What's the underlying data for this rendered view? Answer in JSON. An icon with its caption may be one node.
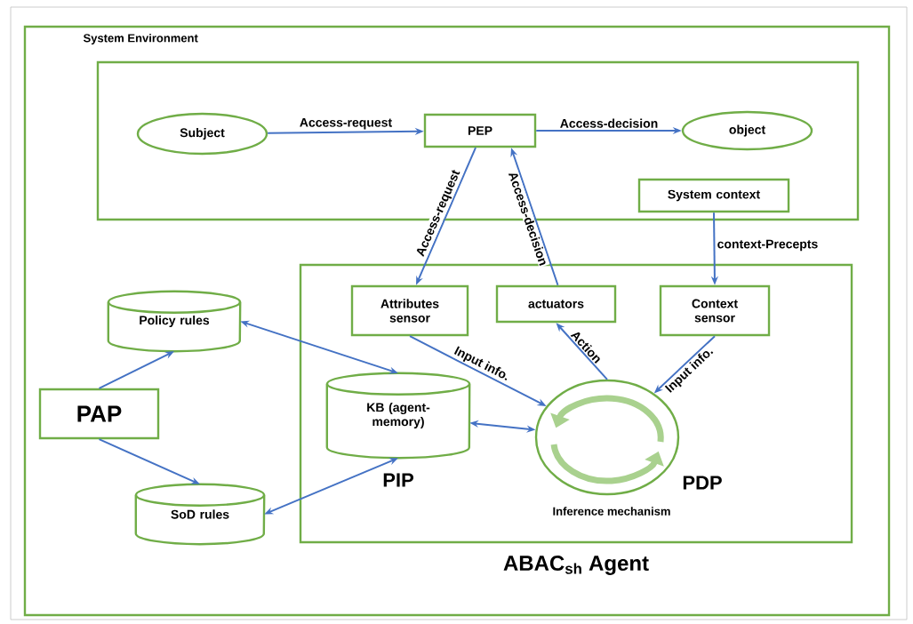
{
  "diagram": {
    "nodes": [
      {
        "text": [
          "System Environment"
        ]
      },
      {
        "text": [],
        "shape": "box",
        "in": 0
      },
      {
        "text": [
          "Subject"
        ],
        "in": 1
      },
      {
        "text": [
          "PEP"
        ],
        "in": 1
      },
      {
        "text": [
          "object"
        ],
        "in": 1
      },
      {
        "text": [
          "System context"
        ],
        "in": 1
      },
      {
        "text": [
          "ABAC$_{sh}$ Agent"
        ],
        "in": 0
      },
      {
        "text": [
          "Attributes sensor"
        ],
        "in": 6
      },
      {
        "text": [
          "actuators"
        ],
        "in": 6
      },
      {
        "text": [
          "Context sensor"
        ],
        "in": 6
      },
      {
        "text": [
          "KB (agent-memory)"
        ],
        "beside": [
          "PIP"
        ],
        "in": 6
      },
      {
        "text": [],
        "shape": "circle",
        "beside": [
          "PDP",
          "Inference mechanism"
        ],
        "in": 6
      },
      {
        "text": [
          "Policy rules"
        ],
        "in": 0
      },
      {
        "text": [
          "PAP"
        ],
        "in": 0
      },
      {
        "text": [
          "SoD rules"
        ],
        "in": 0
      }
    ],
    "edges": [
      {
        "from": 2,
        "to": 3,
        "arrow": "to",
        "label": "Access-request"
      },
      {
        "from": 3,
        "to": 4,
        "arrow": "to",
        "label": "Access-decision"
      },
      {
        "from": 3,
        "to": 7,
        "arrow": "to",
        "label": "Access-request"
      },
      {
        "from": 8,
        "to": 3,
        "arrow": "to",
        "label": "Access-decision"
      },
      {
        "from": 5,
        "to": 9,
        "arrow": "to",
        "label": "context-Precepts"
      },
      {
        "from": 7,
        "to": 11,
        "arrow": "to",
        "label": "Input info."
      },
      {
        "from": 11,
        "to": 8,
        "arrow": "to",
        "label": "Action"
      },
      {
        "from": 9,
        "to": 11,
        "arrow": "to",
        "label": "Input info."
      },
      {
        "from": 10,
        "to": 11,
        "arrow": "both"
      },
      {
        "from": 12,
        "to": 10,
        "arrow": "both"
      },
      {
        "from": 13,
        "to": 12,
        "arrow": "to"
      },
      {
        "from": 13,
        "to": 14,
        "arrow": "to"
      },
      {
        "from": 14,
        "to": 10,
        "arrow": "both"
      }
    ]
  }
}
